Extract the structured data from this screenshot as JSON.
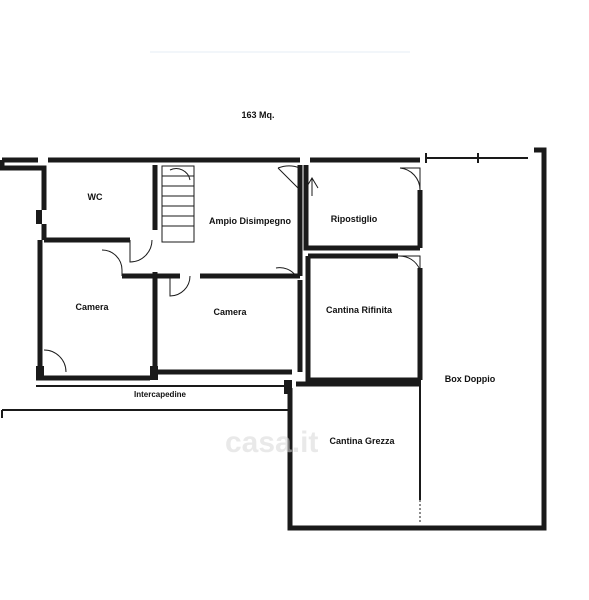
{
  "plan": {
    "area_label": "163 Mq.",
    "rooms": {
      "wc": "WC",
      "ampio_disimpegno": "Ampio Disimpegno",
      "ripostiglio": "Ripostiglio",
      "camera_left": "Camera",
      "camera_center": "Camera",
      "cantina_rifinita": "Cantina Rifinita",
      "box_doppio": "Box Doppio",
      "cantina_grezza": "Cantina Grezza",
      "intercapedine": "Intercapedine"
    },
    "watermark": "casa.it"
  }
}
